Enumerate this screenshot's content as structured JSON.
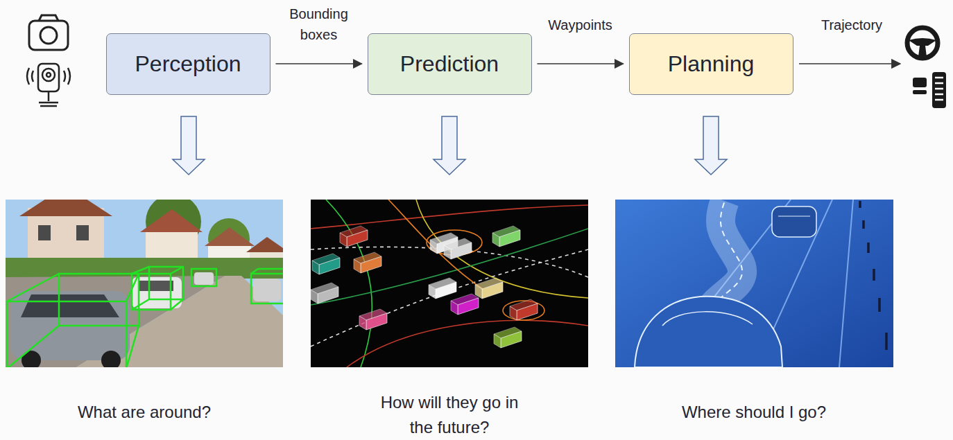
{
  "diagram": {
    "nodes": [
      {
        "text": [
          "Perception"
        ]
      },
      {
        "text": [
          "Prediction"
        ]
      },
      {
        "text": [
          "Planning"
        ]
      }
    ],
    "edges": [
      {
        "from": 0,
        "to": 1,
        "arrow": "to",
        "label": "Bounding boxes"
      },
      {
        "from": 1,
        "to": 2,
        "arrow": "to",
        "label": "Waypoints"
      }
    ],
    "labels": [
      "Trajectory",
      "What are around?",
      "How will they go in the future?",
      "Where should I go?"
    ]
  }
}
